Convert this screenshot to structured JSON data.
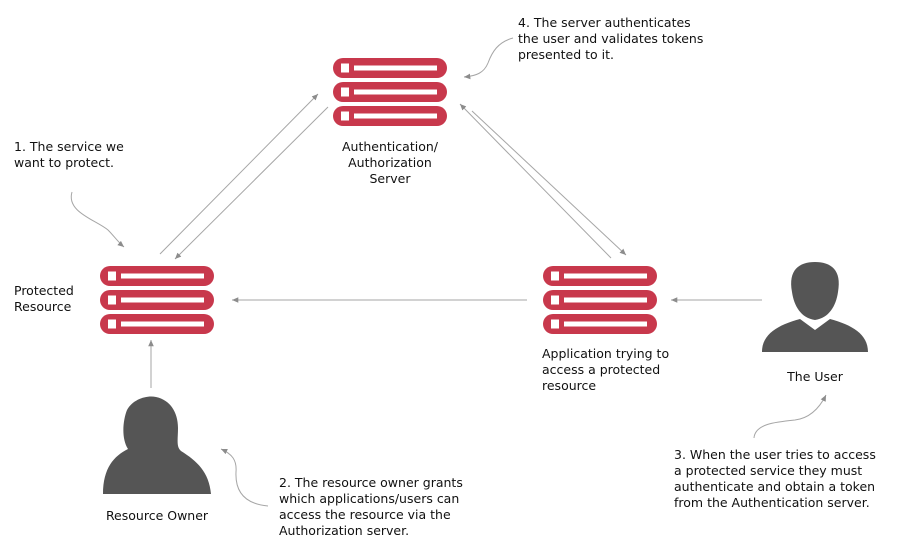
{
  "nodes": {
    "auth_server": {
      "label": "Authentication/\nAuthorization\nServer"
    },
    "protected_resource": {
      "label": "Protected\nResource"
    },
    "application": {
      "label": "Application trying to\naccess a protected\nresource"
    },
    "user": {
      "label": "The User"
    },
    "resource_owner": {
      "label": "Resource Owner"
    }
  },
  "notes": {
    "step1": "1. The service we\nwant to protect.",
    "step2": "2. The resource owner grants\nwhich applications/users can\naccess the resource via the\nAuthorization server.",
    "step3": "3. When the user tries to access\na protected service they must\nauthenticate and obtain a token\nfrom the Authentication server.",
    "step4": "4. The server authenticates\nthe user and validates tokens\npresented to it."
  },
  "colors": {
    "server": "#c8384c",
    "person": "#555555",
    "arrow": "#a6a6a6"
  }
}
